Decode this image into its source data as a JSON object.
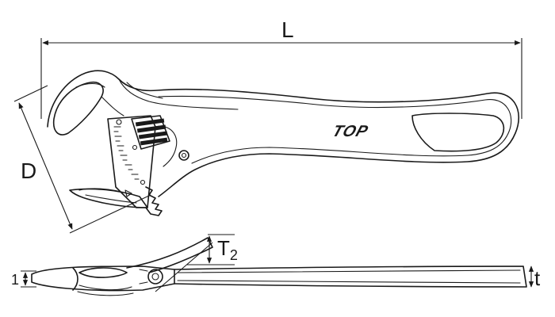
{
  "labels": {
    "length": "L",
    "jaw_opening": "D",
    "head_thickness": "T",
    "head_thickness_sub": "2",
    "handle_thickness": "t",
    "jaw_thickness": "1"
  },
  "brand": "TOP",
  "colors": {
    "line": "#1a1a1a",
    "background": "#ffffff"
  }
}
